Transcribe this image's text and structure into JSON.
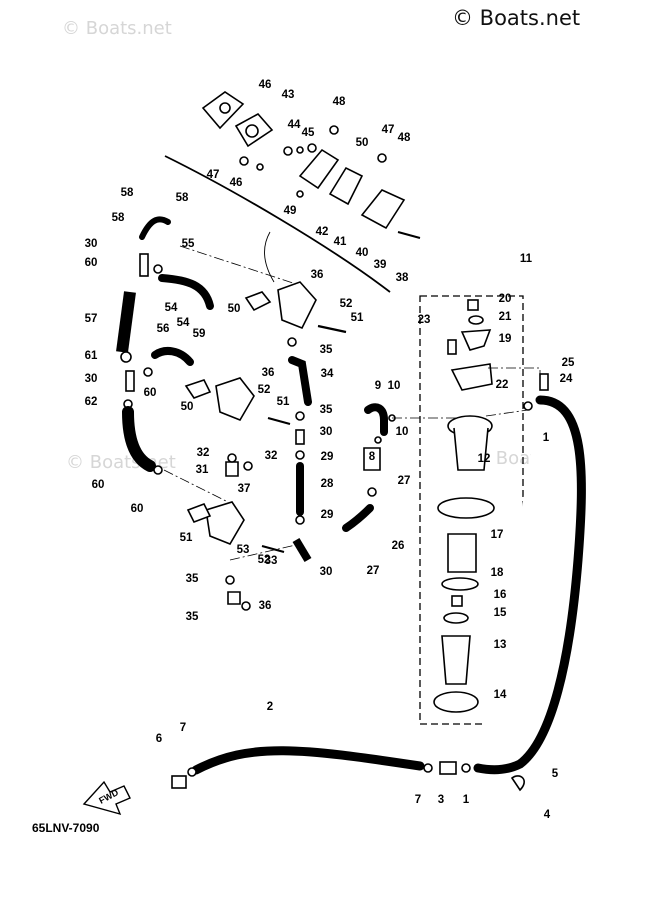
{
  "watermark": {
    "main": "© Boats.net",
    "faint": "© Boats.net"
  },
  "diagram_code": "65LNV-7090",
  "fwd_label": "FWD",
  "callouts": [
    "1",
    "1",
    "2",
    "3",
    "4",
    "5",
    "6",
    "7",
    "7",
    "8",
    "9",
    "10",
    "10",
    "11",
    "12",
    "13",
    "14",
    "15",
    "16",
    "17",
    "18",
    "19",
    "20",
    "21",
    "22",
    "23",
    "24",
    "25",
    "26",
    "27",
    "27",
    "28",
    "29",
    "29",
    "30",
    "30",
    "30",
    "30",
    "31",
    "32",
    "32",
    "33",
    "34",
    "35",
    "35",
    "35",
    "35",
    "36",
    "36",
    "36",
    "37",
    "38",
    "39",
    "40",
    "41",
    "42",
    "43",
    "44",
    "45",
    "46",
    "46",
    "47",
    "47",
    "48",
    "48",
    "49",
    "50",
    "50",
    "50",
    "51",
    "51",
    "51",
    "52",
    "52",
    "52",
    "53",
    "54",
    "54",
    "55",
    "56",
    "57",
    "58",
    "58",
    "58",
    "59",
    "60",
    "60",
    "60",
    "60",
    "61",
    "62"
  ]
}
